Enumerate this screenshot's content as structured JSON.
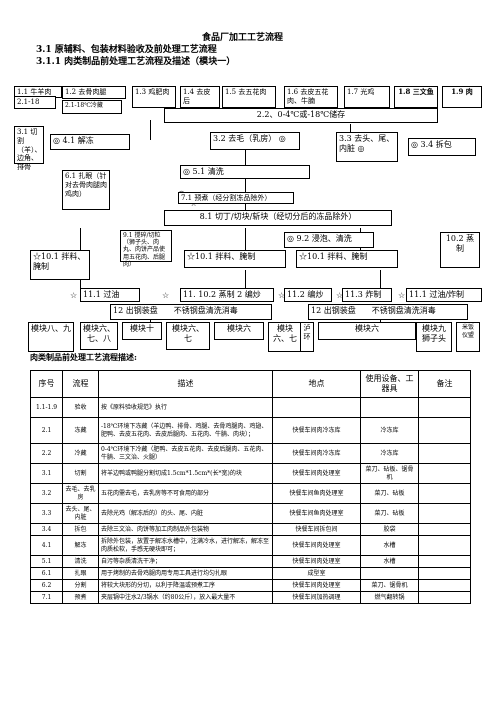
{
  "doc": {
    "title": "食品厂加工工艺流程",
    "h1": "3.1 原辅料、包装材料验收及前处理工艺流程",
    "h2": "3.1.1 肉类制品前处理工艺流程及描述（模块一）",
    "table_caption": "肉类制品前处理工艺流程描述:"
  },
  "flow": {
    "b_1_1": "1.1 牛羊肉",
    "b_2_1_18_a": "2.1-18",
    "b_1_2": "1.2 去骨肉腿",
    "b_2_1_18_b": "2.1-18℃冷藏",
    "b_1_3": "1.3 鸡肥肉",
    "b_1_4": "1.4 去皮后",
    "b_1_5": "1.5 去五花肉",
    "b_1_6": "1.6 去皮五花肉、牛腩",
    "b_1_7": "1.7 光鸡",
    "b_1_8": "1.8 三文鱼",
    "b_1_9": "1.9 肉",
    "b_2_2": "2.2、0-4℃或-18℃储存",
    "b_3_1": "3.1 切割（羊）、边角、排骨",
    "b_4_1": "4.1 解冻",
    "b_3_2": "3.2 去毛（乳房）",
    "b_3_3": "3.3 去头、尾、内脏",
    "b_3_4": "3.4 拆包",
    "b_5_1": "5.1 清洗",
    "b_6_1": "6.1 扎眼（针对去骨肉腿肉鸡肉）",
    "b_7_1": "7.1 预煮（经分割冻品除外）",
    "b_8_1": "8.1 切丁/切块/斩块（经切分后的冻品除外）",
    "b_9_1": "9.1 搅碎/切粒（狮子头、肉丸、肉饼产品使用五花肉、后腿肉）",
    "b_9_2": "9.2 浸泡、清洗",
    "b_10_2": "10.2 蒸制",
    "b_10_1_a": "10.1 拌料、腌制",
    "b_10_1_b": "10.1 拌料、腌制",
    "b_10_1_c": "10.1 拌料、腌制",
    "b_11_1_a": "11.1 过油",
    "b_11_x": "11. 10.2 蒸制 2 编炒",
    "b_11_2": "11.2 编炒",
    "b_11_3": "11.3 炸制",
    "b_11_1_b": "11.1 过油/炸制",
    "b_12_1": "12 出钢装盘　　不锈钢盘清洗消毒",
    "b_12_2": "12 出钢装盘　　不锈钢盘清洗消毒",
    "m_8_9": "模块八、九",
    "m_6_7_8": "模块六、七、八",
    "m_10": "模块十",
    "m_6_7": "模块六、七",
    "m_6_a": "模块六",
    "m_6_7_b": "模块六、七",
    "m_10_ring": "泸　环",
    "m_6_b": "模块六",
    "m_9": "模块九　狮子头",
    "m_rice": "米饭　仪盟"
  },
  "table": {
    "headers": [
      "序号",
      "流程",
      "描述",
      "地点",
      "使用设备、工器具",
      "备注"
    ],
    "rows": [
      [
        "1.1-1.9",
        "验收",
        "按《原料验收规范》执行",
        "",
        "",
        ""
      ],
      [
        "2.1",
        "冻藏",
        "-18℃环境下冻藏（羊边鸭、排骨、鸡腿、去骨鸡腿肉、鸡翅、肥鸭、去皮五花肉、去皮后腿肉、五花肉、牛腩、肉块）；",
        "快餐车间肉冷冻库",
        "冷冻库",
        ""
      ],
      [
        "2.2",
        "冷藏",
        "0-4℃环境下冷藏（肥鸭、去皮五花肉、去皮后腿肉、五花肉、牛腩、三文治、火腿）",
        "快餐车间肉冷冻库",
        "冷冻库",
        ""
      ],
      [
        "3.1",
        "切割",
        "将羊边鸭或鸭腿分割切成1.5cm*1.5cm*(长*宽)的块",
        "快餐车间肉处理室",
        "菜刀、砧板、锯骨机",
        ""
      ],
      [
        "3.2",
        "去毛、去乳房",
        "五花肉需去毛，去乳房等不可食用的部分",
        "快餐车间鱼肉处理室",
        "菜刀、砧板",
        ""
      ],
      [
        "3.3",
        "去头、尾、内脏",
        "去除光鸡（解冻后的）的头、尾、内脏",
        "快餐车间鱼肉处理室",
        "菜刀、砧板",
        ""
      ],
      [
        "3.4",
        "拆包",
        "去除三文治、肉饼等加工肉制品外包装物",
        "快餐车间拆包间",
        "胶袋",
        ""
      ],
      [
        "4.1",
        "解冻",
        "拆除外包装，放置于解冻水槽中，注满冷水，进行解冻，解冻至肉质松软，手感无硬块即可；",
        "快餐车间肉处理室",
        "水槽",
        ""
      ],
      [
        "5.1",
        "清洗",
        "自污等杂质清洗干净；",
        "快餐车间肉处理室",
        "水槽",
        ""
      ],
      [
        "6.1",
        "扎眼",
        "用于烤制的去骨鸡腿肉用专用工具进行均匀扎眼",
        "成型室",
        "",
        ""
      ],
      [
        "6.2",
        "分割",
        "将较大块形的分切，以利于降温或预煮工序",
        "快餐车间肉处理室",
        "菜刀、锯骨机",
        ""
      ],
      [
        "7.1",
        "预煮",
        "夹层锅中注水2/3锅水（约80公斤），放入最大量不",
        "快餐车间加热调理",
        "燃气翻转锅",
        ""
      ]
    ]
  }
}
